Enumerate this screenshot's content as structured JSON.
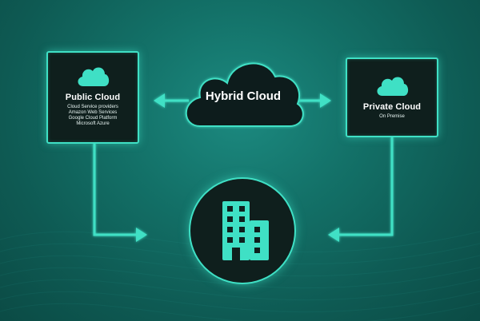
{
  "hybrid": {
    "label": "Hybrid Cloud"
  },
  "public_cloud": {
    "title": "Public Cloud",
    "lines": [
      "Cloud Service providers",
      "Amazon Web Services",
      "Google Cloud Platform",
      "Microsoft Azure"
    ],
    "icon": "cloud-icon"
  },
  "private_cloud": {
    "title": "Private Cloud",
    "lines": [
      "On Premise"
    ],
    "icon": "cloud-icon"
  },
  "center": {
    "icon": "office-building-icon"
  },
  "colors": {
    "accent": "#3fe0c5",
    "card_bg": "#0f1f1d",
    "background": "#137168"
  }
}
